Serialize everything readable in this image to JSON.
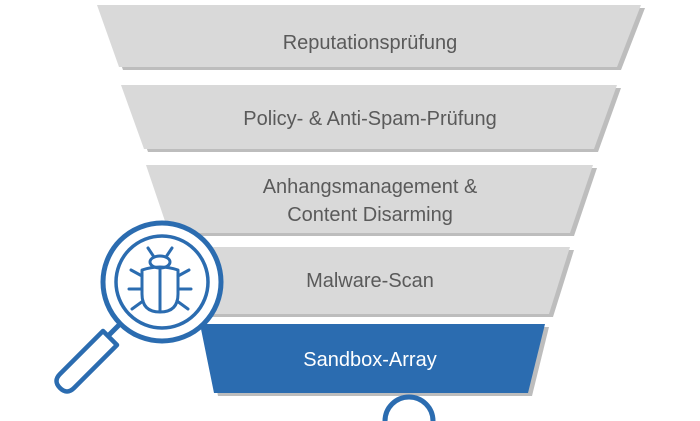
{
  "funnel": {
    "layers": [
      {
        "lines": [
          "Reputationsprüfung"
        ],
        "fill": "#d9d9d9",
        "text_color": "#5a5a5a"
      },
      {
        "lines": [
          "Policy- & Anti-Spam-Prüfung"
        ],
        "fill": "#d9d9d9",
        "text_color": "#5a5a5a"
      },
      {
        "lines": [
          "Anhangsmanagement &",
          "Content Disarming"
        ],
        "fill": "#d9d9d9",
        "text_color": "#5a5a5a"
      },
      {
        "lines": [
          "Malware-Scan"
        ],
        "fill": "#d9d9d9",
        "text_color": "#5a5a5a"
      },
      {
        "lines": [
          "Sandbox-Array"
        ],
        "fill": "#2b6cb0",
        "text_color": "#ffffff"
      }
    ],
    "shadow_color": "#bdbdbd"
  },
  "icons": {
    "magnifier": "magnifier-bug-icon",
    "bottom": "circle-icon",
    "accent": "#2b6cb0"
  }
}
